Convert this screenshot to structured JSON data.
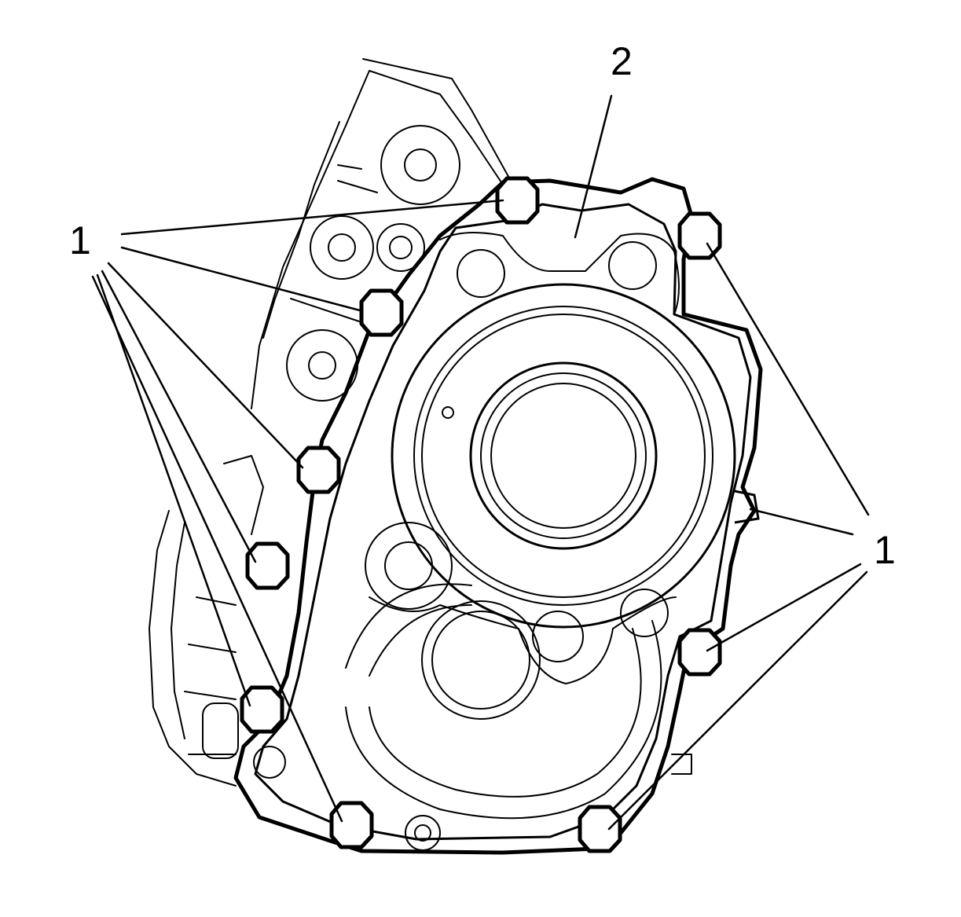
{
  "callouts": {
    "bolts_left": "1",
    "bolts_right": "1",
    "cover": "2"
  },
  "colors": {
    "line": "#000000",
    "background": "#ffffff"
  }
}
